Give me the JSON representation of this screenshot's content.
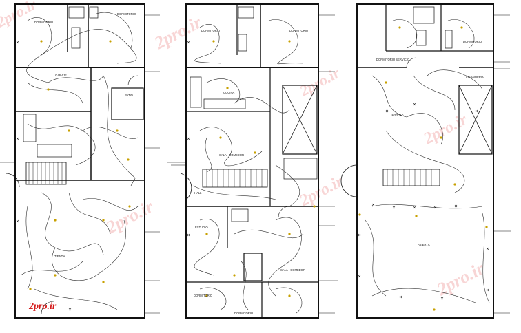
{
  "drawing": {
    "left_plan": {
      "rooms": [
        {
          "key": "dorm1",
          "label": "DORMITORIO"
        },
        {
          "key": "dorm2",
          "label": "DORMITORIO"
        },
        {
          "key": "garage",
          "label": "GARAJE"
        },
        {
          "key": "patio",
          "label": "PATIO"
        },
        {
          "key": "tienda",
          "label": "TIENDA"
        }
      ]
    },
    "middle_plan": {
      "rooms": [
        {
          "key": "dorm1",
          "label": "DORMITORIO"
        },
        {
          "key": "dorm2",
          "label": "DORMITORIO"
        },
        {
          "key": "cocina",
          "label": "COCINA"
        },
        {
          "key": "sala_comedor",
          "label": "SALA - COMEDOR"
        },
        {
          "key": "hall",
          "label": "HALL"
        },
        {
          "key": "estudio",
          "label": "ESTUDIO"
        },
        {
          "key": "sala_comedor2",
          "label": "SALA - COMEDOR"
        },
        {
          "key": "dorm3",
          "label": "DORMITORIO"
        },
        {
          "key": "dorm4",
          "label": "DORMITORIO"
        }
      ]
    },
    "right_plan": {
      "rooms": [
        {
          "key": "dorm1",
          "label": "DORMITORIO"
        },
        {
          "key": "dorm_servicio",
          "label": "DORMITORIO SERVICIO"
        },
        {
          "key": "lavanderia",
          "label": "LAVANDERIA"
        },
        {
          "key": "terraza",
          "label": "TERRAZA"
        },
        {
          "key": "abierta",
          "label": "ABIERTA"
        }
      ]
    },
    "watermark": "2pro.ir",
    "logo": "2pro.ir",
    "colors": {
      "line": "#1a1a1a",
      "wire": "#2a2a2a",
      "wall": "#111111",
      "fixture": "#c8a000",
      "leader": "#2ea84a",
      "watermark": "#f3b3b3",
      "logo": "#d41c1c"
    }
  }
}
